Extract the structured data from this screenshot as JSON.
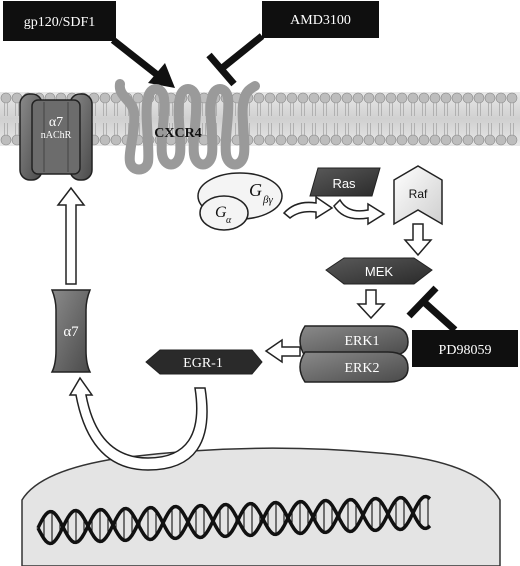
{
  "labels": {
    "ligand": "gp120/SDF1",
    "antagonist": "AMD3100",
    "inhibitor": "PD98059",
    "receptor": "CXCR4",
    "nachr_alpha": "α7",
    "nachr_sub": "nAChR",
    "alpha7": "α7",
    "g_beta_gamma": "G",
    "beta_gamma": "βγ",
    "g_alpha": "G",
    "alpha_sub": "α",
    "ras": "Ras",
    "raf": "Raf",
    "mek": "MEK",
    "erk1": "ERK1",
    "erk2": "ERK2",
    "egr1": "EGR-1"
  },
  "colors": {
    "black_box": "#0f0f0f",
    "membrane_head": "#bdbdbd",
    "membrane_bg": "#dedede",
    "receptor": "#9a9a9a",
    "dark_shape": "#3a3a3a",
    "mid_shape": "#6a6a6a",
    "nucleus": "#e3e3e3"
  },
  "icons": [
    "activation-arrow",
    "inhibition-bar",
    "hollow-arrow",
    "dna-helix"
  ]
}
